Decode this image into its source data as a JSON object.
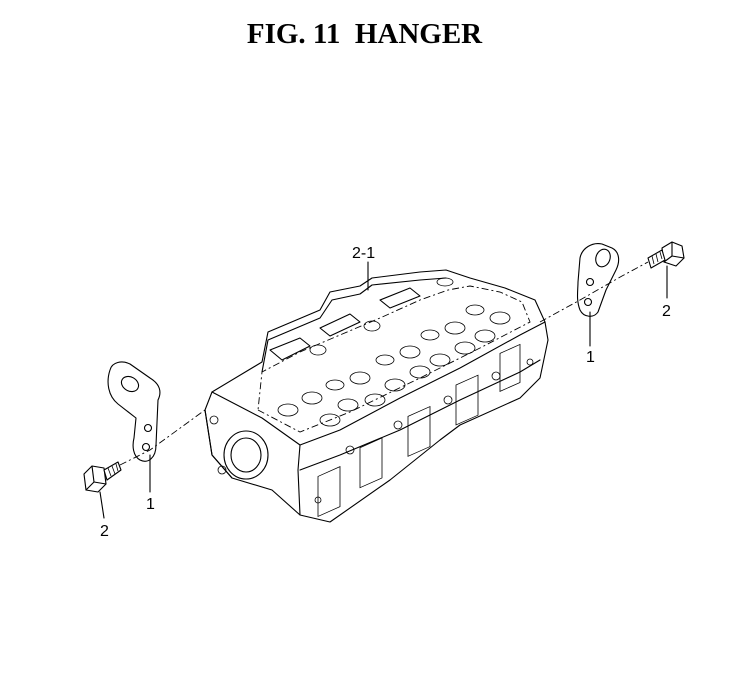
{
  "figure": {
    "title": "FIG. 11  HANGER"
  },
  "callouts": {
    "cylinder_head": "2-1",
    "left_hanger": "1",
    "left_bolt": "2",
    "right_hanger": "1",
    "right_bolt": "2"
  }
}
